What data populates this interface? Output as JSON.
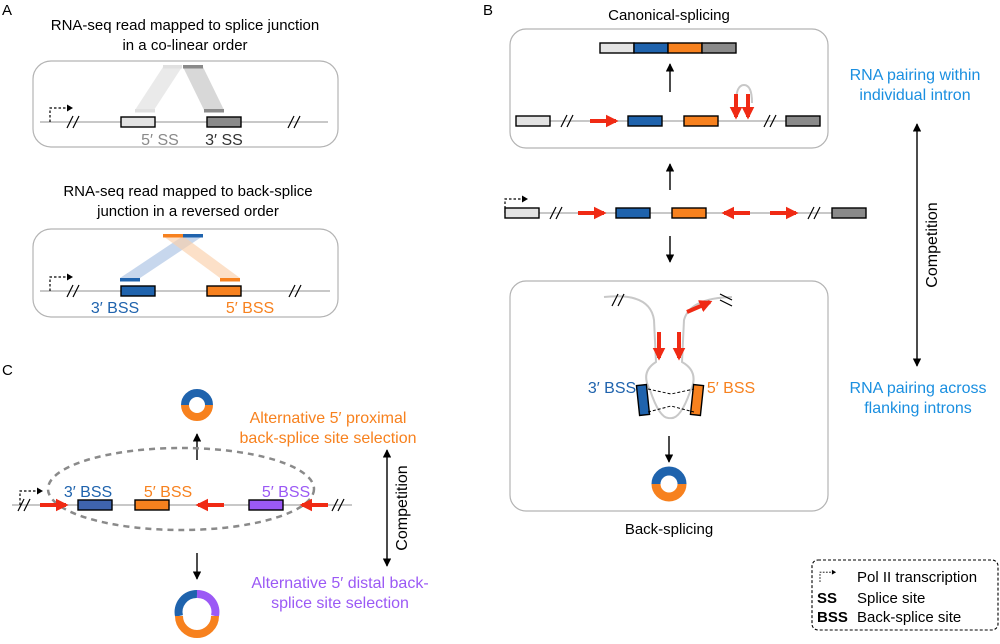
{
  "colors": {
    "blue": "#1f63ad",
    "orange": "#f7811e",
    "purple": "#9b59f5",
    "red": "#f02a14",
    "light": "#e3e3e3",
    "dark": "#8a8a8a",
    "cyan": "#1a8fe0"
  },
  "panelA": {
    "label": "A",
    "top_title_1": "RNA-seq read mapped to splice junction",
    "top_title_2": "in a co-linear order",
    "ss5": "5′ SS",
    "ss3": "3′ SS",
    "bottom_title_1": "RNA-seq read mapped to back-splice",
    "bottom_title_2": "junction in a reversed order",
    "bss3": "3′ BSS",
    "bss5": "5′ BSS"
  },
  "panelB": {
    "label": "B",
    "canonical": "Canonical-splicing",
    "back": "Back-splicing",
    "bss3": "3′ BSS",
    "bss5": "5′ BSS",
    "within_1": "RNA pairing within",
    "within_2": "individual intron",
    "across_1": "RNA pairing across",
    "across_2": "flanking introns",
    "competition": "Competition"
  },
  "panelC": {
    "label": "C",
    "bss3": "3′ BSS",
    "bss5a": "5′ BSS",
    "bss5b": "5′ BSS",
    "proximal_1": "Alternative 5′ proximal",
    "proximal_2": "back-splice site selection",
    "distal_1": "Alternative 5′ distal back-",
    "distal_2": "splice site selection",
    "competition": "Competition"
  },
  "legend": {
    "items": [
      {
        "key": "",
        "desc": "Pol II transcription",
        "icon": "pol2-arrow-icon"
      },
      {
        "key": "SS",
        "desc": "Splice site"
      },
      {
        "key": "BSS",
        "desc": "Back-splice site"
      }
    ]
  }
}
